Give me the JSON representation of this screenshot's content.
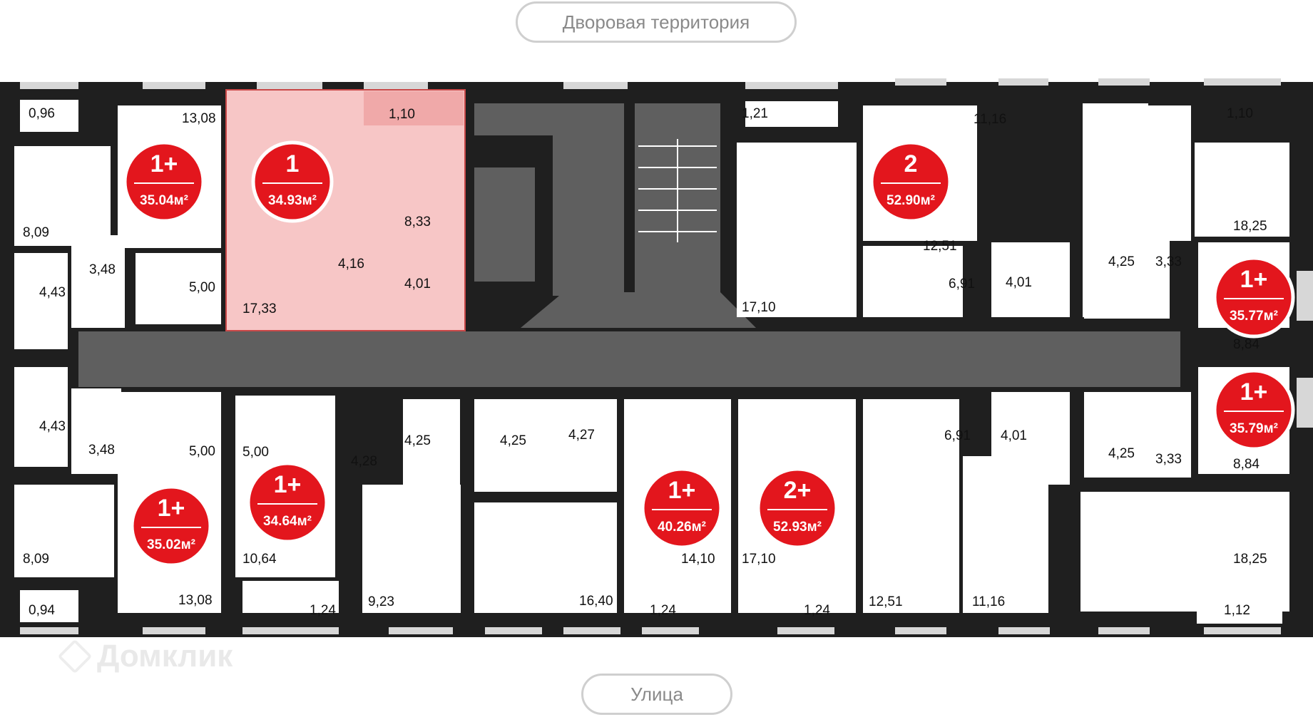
{
  "labels": {
    "courtyard": "Дворовая территория",
    "street": "Улица",
    "watermark": "Домклик"
  },
  "colors": {
    "wall": "#1f1f1f",
    "core": "#5f5f5f",
    "badge": "#e3161d",
    "highlight": "#f7c6c6",
    "highlight_border": "#c94848",
    "room_text": "#111111"
  },
  "apartments": [
    {
      "rooms": "1+",
      "area": "35.04м²"
    },
    {
      "rooms": "1",
      "area": "34.93м²"
    },
    {
      "rooms": "2",
      "area": "52.90м²"
    },
    {
      "rooms": "1+",
      "area": "35.77м²"
    },
    {
      "rooms": "1+",
      "area": "35.79м²"
    },
    {
      "rooms": "2+",
      "area": "52.93м²"
    },
    {
      "rooms": "1+",
      "area": "40.26м²"
    },
    {
      "rooms": "1+",
      "area": "34.64м²"
    },
    {
      "rooms": "1+",
      "area": "35.02м²"
    }
  ],
  "room_labels": [
    "0,96",
    "13,08",
    "8,09",
    "3,48",
    "5,00",
    "4,43",
    "1,10",
    "8,33",
    "4,16",
    "4,01",
    "17,33",
    "1,21",
    "11,16",
    "12,51",
    "6,91",
    "4,01",
    "17,10",
    "1,10",
    "18,25",
    "4,25",
    "3,33",
    "8,84",
    "4,43",
    "3,48",
    "5,00",
    "8,09",
    "13,08",
    "0,94",
    "5,00",
    "4,28",
    "4,25",
    "4,25",
    "4,27",
    "10,64",
    "1,24",
    "9,23",
    "16,40",
    "14,10",
    "1,24",
    "17,10",
    "1,24",
    "6,91",
    "4,01",
    "12,51",
    "11,16",
    "4,25",
    "3,33",
    "8,84",
    "18,25",
    "1,12"
  ]
}
